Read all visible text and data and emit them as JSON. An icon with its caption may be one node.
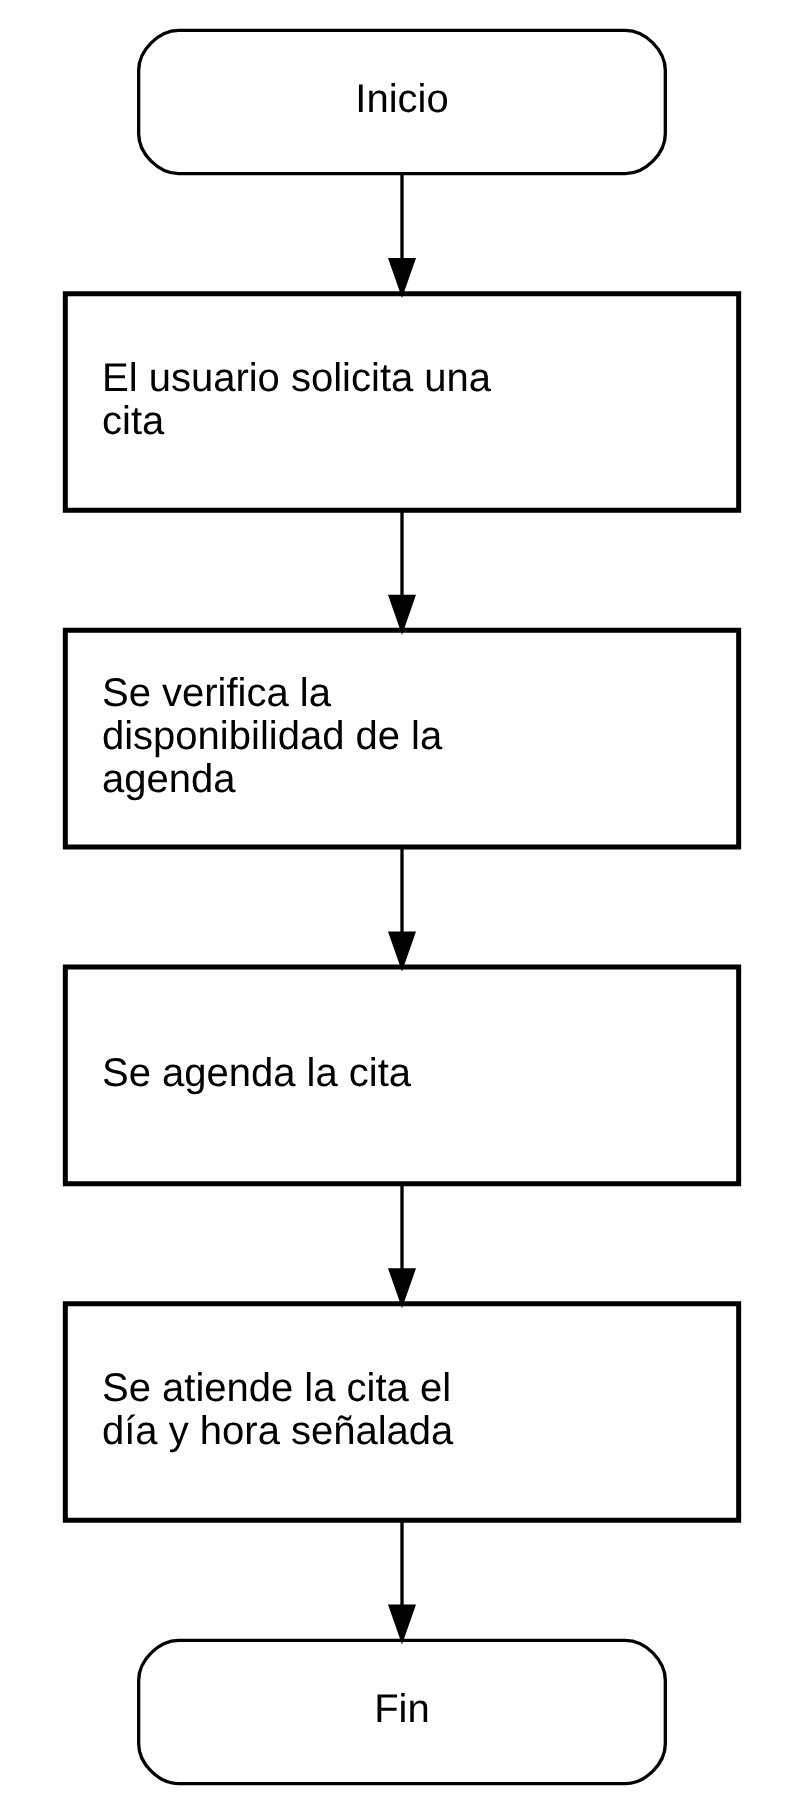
{
  "diagram": {
    "nodes": [
      {
        "text": [
          "Inicio"
        ]
      },
      {
        "text": [
          "El usuario solicita una cita"
        ]
      },
      {
        "text": [
          "Se verifica la disponibilidad de la agenda"
        ]
      },
      {
        "text": [
          "Se agenda la cita"
        ]
      },
      {
        "text": [
          "Se atiende la cita el día y hora señalada"
        ]
      },
      {
        "text": [
          "Fin"
        ]
      }
    ],
    "edges": [
      {
        "from": 0,
        "to": 1,
        "arrow": "to"
      },
      {
        "from": 1,
        "to": 2,
        "arrow": "to"
      },
      {
        "from": 2,
        "to": 3,
        "arrow": "to"
      },
      {
        "from": 3,
        "to": 4,
        "arrow": "to"
      },
      {
        "from": 4,
        "to": 5,
        "arrow": "to"
      }
    ]
  }
}
